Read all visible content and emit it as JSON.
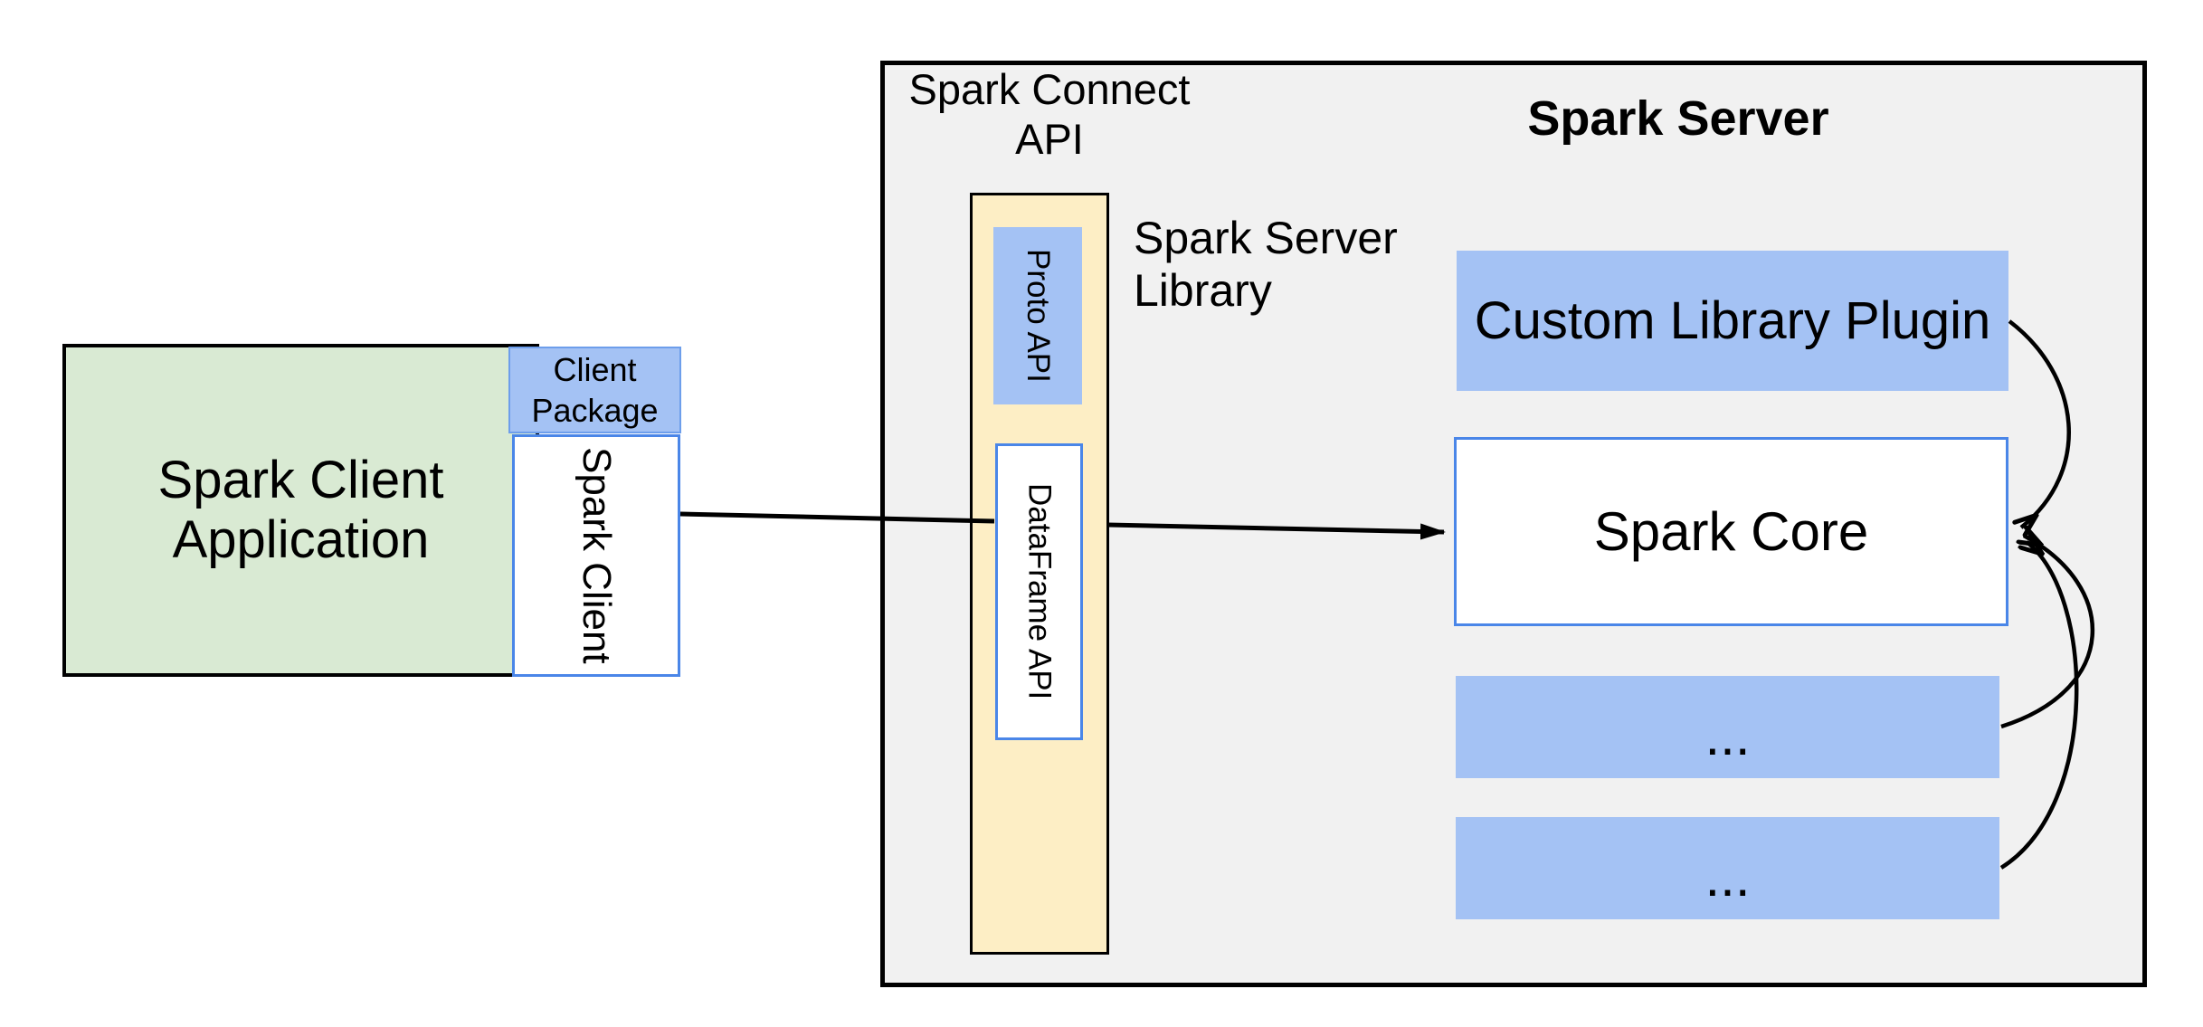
{
  "palette": {
    "client_app_fill": "#d9ead3",
    "accent_blue_fill": "#a4c2f4",
    "accent_blue_border": "#4a86e8",
    "server_library_fill": "#fdeec5",
    "server_panel_fill": "#f1f1f1",
    "outline": "#000000"
  },
  "client": {
    "application_label": "Spark Client\nApplication",
    "package_label": "Client\nPackage",
    "spark_client_label": "Spark Client"
  },
  "connect": {
    "api_label": "Spark Connect\nAPI",
    "proto_api_label": "Proto API",
    "dataframe_api_label": "DataFrame API",
    "server_library_label": "Spark Server\nLibrary"
  },
  "server": {
    "title": "Spark Server",
    "custom_library_plugin_label": "Custom Library Plugin",
    "spark_core_label": "Spark Core",
    "placeholder_1_label": "...",
    "placeholder_2_label": "..."
  }
}
